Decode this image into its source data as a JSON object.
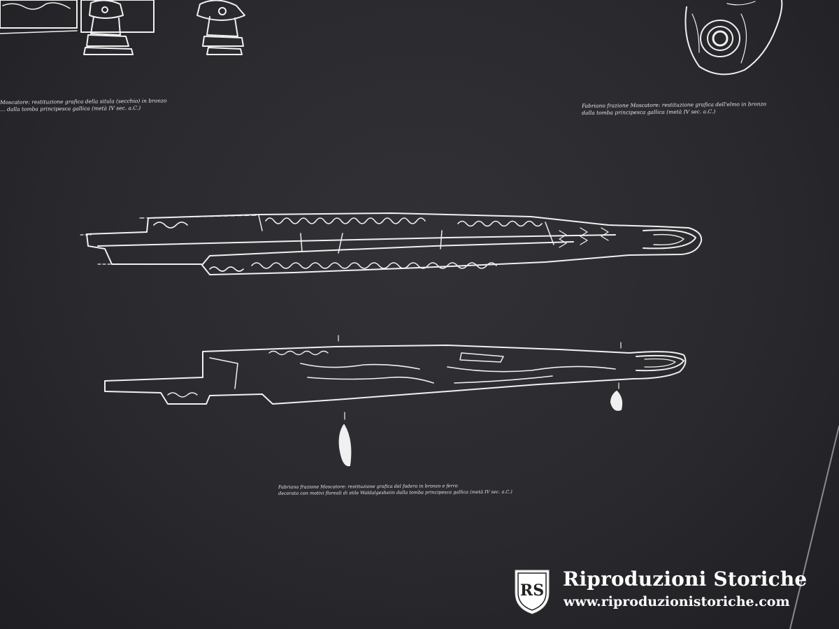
{
  "captions": {
    "top_left_line1": "Moscatore: restituzione grafica della situla (secchio) in bronzo",
    "top_left_line2": "… dalla tomba principesca gallica (metà IV sec. a.C.)",
    "top_right_line1": "Fabriano frazione Moscatore: restituzione grafica dell'elmo in bronzo",
    "top_right_line2": "dalla tomba principesca gallica (metà IV sec. a.C.)",
    "center_line1": "Fabriano frazione Moscatore: restituzione grafica del fodero in bronzo e ferro",
    "center_line2": "decorato con motivi floreali di stile Waldalgesheim dalla tomba principesca gallica (metà IV sec. a.C.)"
  },
  "watermark": {
    "logo_initials": "RS",
    "brand_name": "Riproduzioni Storiche",
    "url": "www.riproduzionistoriche.com",
    "text_color": "#ffffff"
  },
  "colors": {
    "board": "#2a2a2e",
    "drawing_line": "#f2f2f2"
  }
}
